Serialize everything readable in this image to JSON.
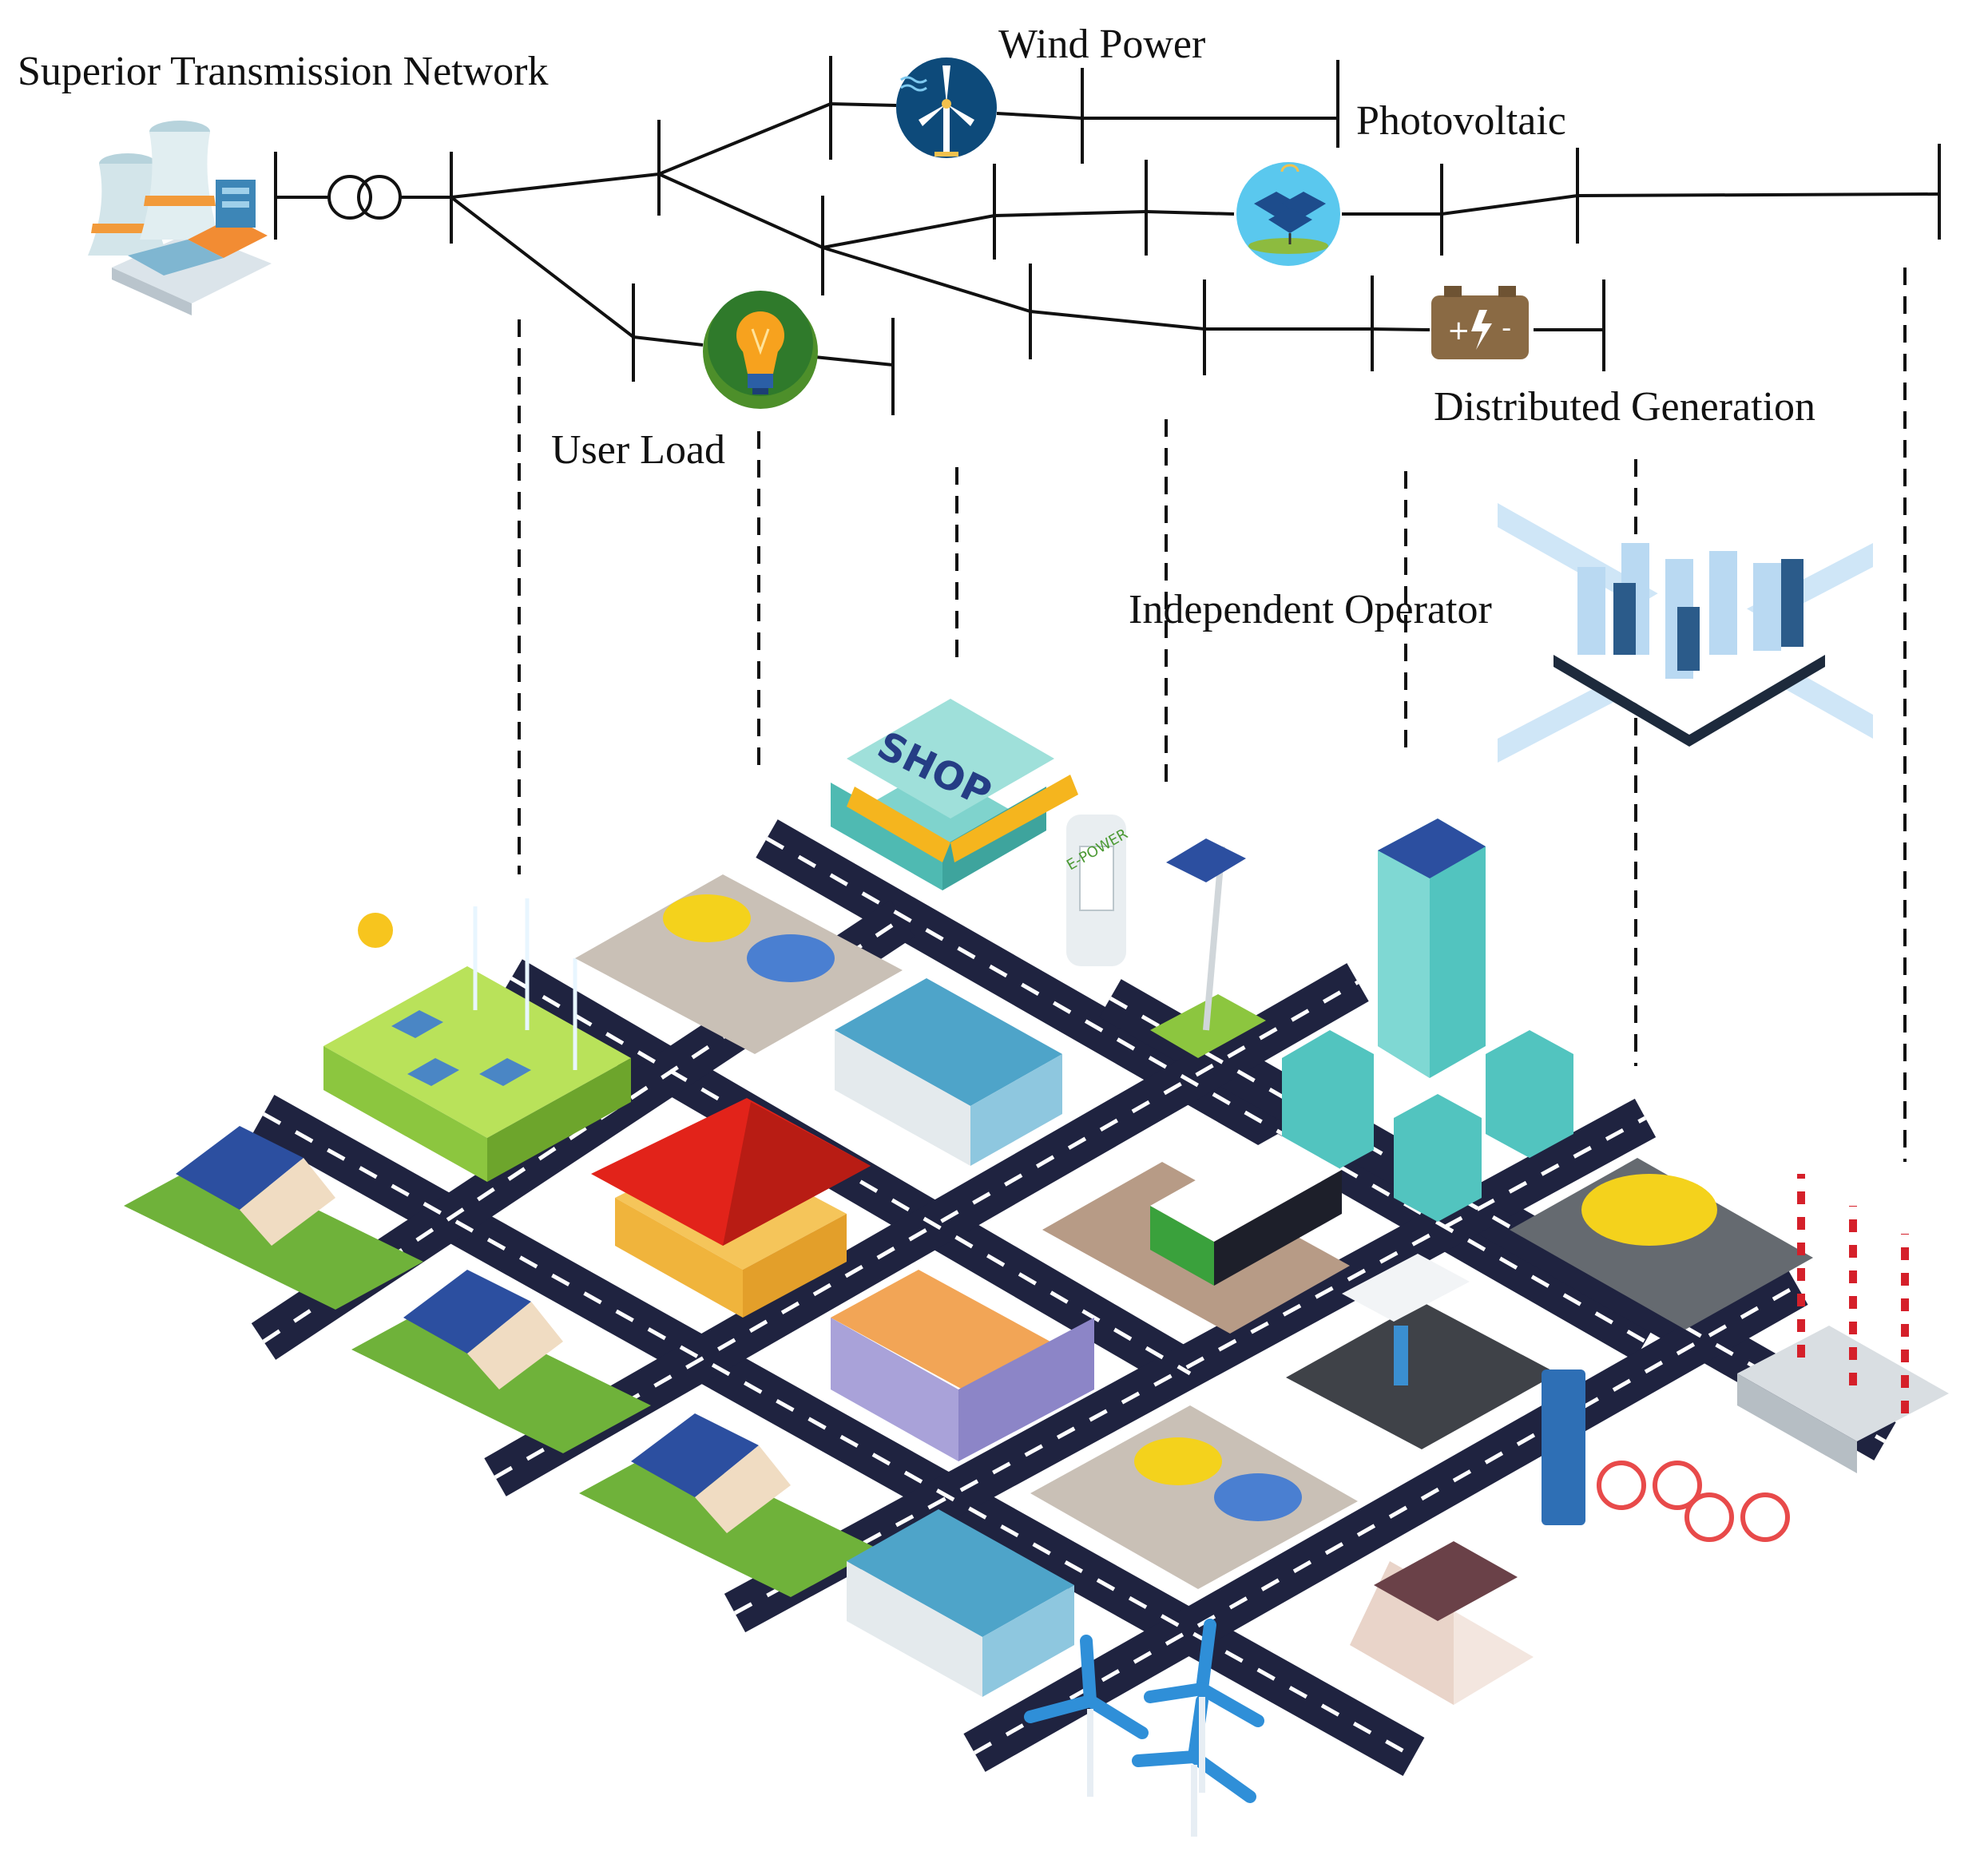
{
  "labels": {
    "superior": "Superior Transmission Network",
    "wind": "Wind Power",
    "pv": "Photovoltaic",
    "user_load": "User Load",
    "dg": "Distributed Generation",
    "operator": "Independent Operator",
    "shop_sign": "SHOP",
    "epower": "E-POWER"
  },
  "icons": {
    "power_plant": "power-plant-icon",
    "transformer": "transformer-icon",
    "wind": "wind-turbine-icon",
    "pv": "solar-panel-icon",
    "bulb": "light-bulb-icon",
    "battery": "battery-icon"
  },
  "colors": {
    "line": "#111111",
    "road": "#1f2340",
    "grass": "#8cc63f",
    "wind_bg": "#0d4a7a",
    "pv_bg": "#5ac8ee",
    "bulb_bg": "#4d8f2a",
    "battery": "#8a6a44"
  }
}
